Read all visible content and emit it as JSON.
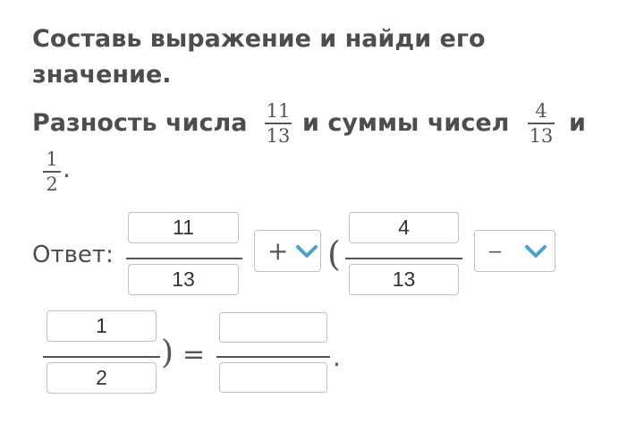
{
  "title": "Составь выражение и найди его значение.",
  "task": {
    "part1": "Разность числа",
    "frac1": {
      "num": "11",
      "den": "13"
    },
    "part2": "и суммы чисел",
    "frac2": {
      "num": "4",
      "den": "13"
    },
    "part3": "и",
    "frac3": {
      "num": "1",
      "den": "2"
    },
    "end": "."
  },
  "answer": {
    "label": "Ответ:",
    "f1": {
      "num": "11",
      "den": "13"
    },
    "op1": "+",
    "open_paren": "(",
    "f2": {
      "num": "4",
      "den": "13"
    },
    "op2": "–",
    "f3": {
      "num": "1",
      "den": "2"
    },
    "close_paren": ")",
    "equals": "=",
    "result": {
      "num": "",
      "den": ""
    },
    "end": "."
  },
  "colors": {
    "chevron": "#4aa3c7",
    "field_border": "#b9c3cc"
  }
}
